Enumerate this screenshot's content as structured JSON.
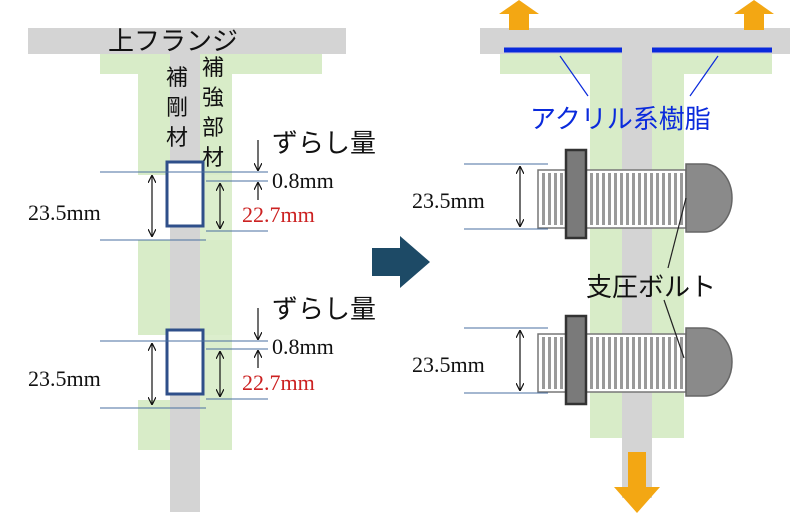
{
  "left_panel": {
    "flange_label": "上フランジ",
    "stiffener_label": [
      "補",
      "剛",
      "材"
    ],
    "reinforcement_label": [
      "補",
      "強",
      "部",
      "材"
    ],
    "offset_label": "ずらし量",
    "top_detail": {
      "offset": "0.8mm",
      "length": "22.7mm",
      "hole": "23.5mm"
    },
    "bottom_detail": {
      "offset": "0.8mm",
      "length": "22.7mm",
      "hole": "23.5mm"
    }
  },
  "right_panel": {
    "resin_label": "アクリル系樹脂",
    "bolt_label": "支圧ボルト",
    "top_bolt": {
      "hole": "23.5mm"
    },
    "bottom_bolt": {
      "hole": "23.5mm"
    }
  },
  "colors": {
    "steel": "#d4d4d4",
    "filler": "#d8ecc8",
    "hole_outline": "#2f4f8a",
    "accent_red": "#cc2222",
    "resin_blue": "#0a2adc",
    "load_arrow": "#f3a713",
    "transition_arrow": "#1d4a66"
  }
}
